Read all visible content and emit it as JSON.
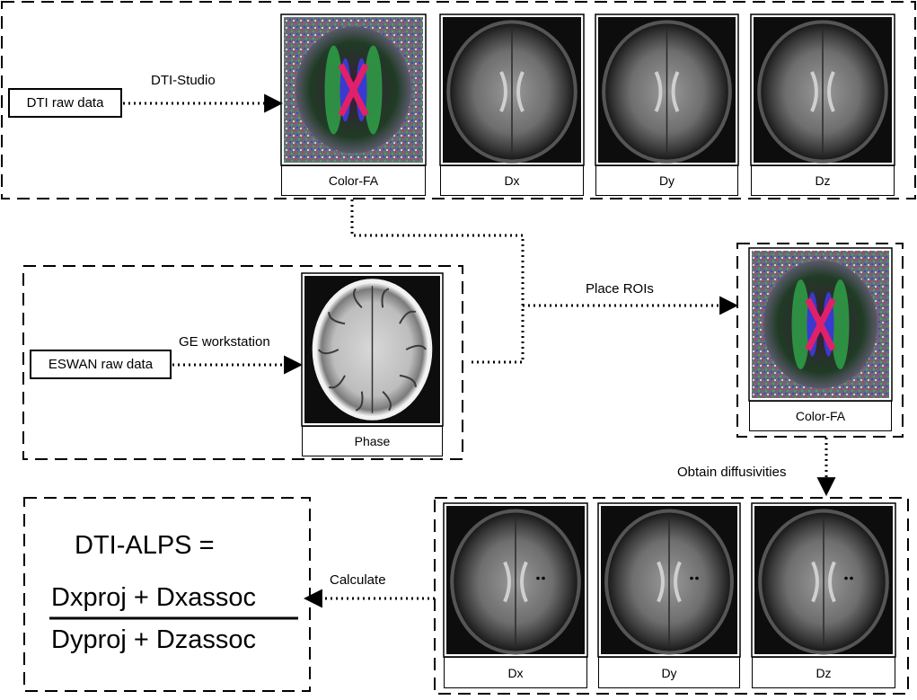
{
  "top_panel": {
    "source_label": "DTI raw data",
    "arrow_label": "DTI-Studio",
    "maps": [
      "Color-FA",
      "Dx",
      "Dy",
      "Dz"
    ]
  },
  "eswan_panel": {
    "source_label": "ESWAN raw data",
    "arrow_label": "GE workstation",
    "map": "Phase"
  },
  "roi_step": {
    "arrow_label": "Place ROIs",
    "map": "Color-FA"
  },
  "diffusivity_step": {
    "arrow_label": "Obtain diffusivities",
    "maps": [
      "Dx",
      "Dy",
      "Dz"
    ]
  },
  "formula": {
    "lhs": "DTI-ALPS =",
    "numerator": "Dxproj + Dxassoc",
    "denominator": "Dyproj + Dzassoc",
    "arrow_label": "Calculate"
  },
  "colors": {
    "line": "#000000",
    "image_bg": "#0d0d0d",
    "fa_red": "#e0206a",
    "fa_green": "#2fa84a",
    "fa_blue": "#3a3ad0"
  }
}
